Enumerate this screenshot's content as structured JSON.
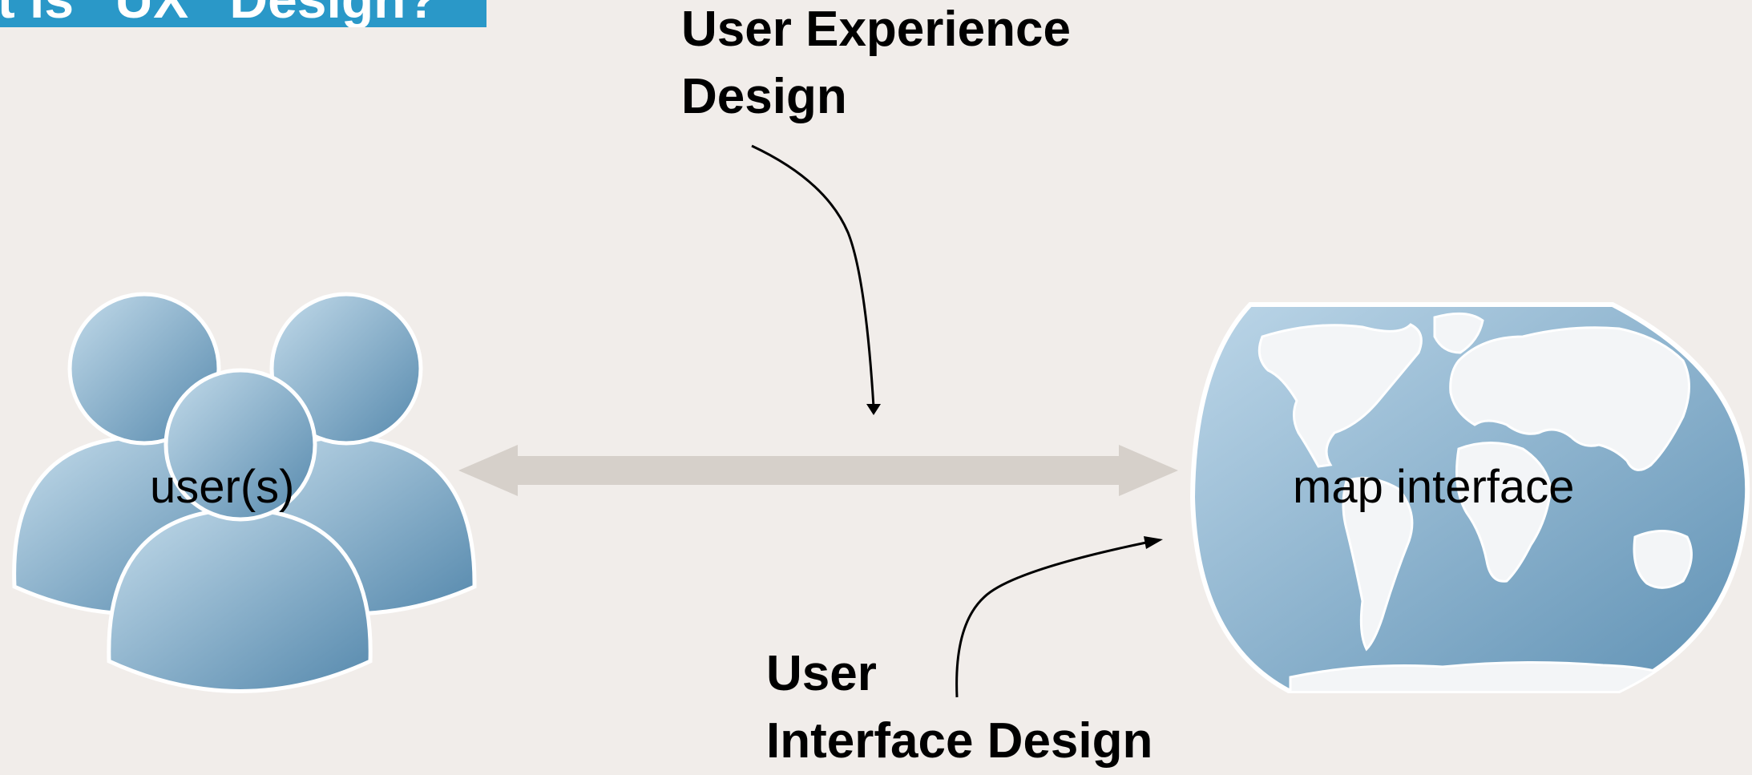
{
  "banner": {
    "text": "at is “UX” Design?",
    "color": "#2a98c8"
  },
  "labels": {
    "ux_line1": "User Experience",
    "ux_line2": "Design",
    "ui_line1": "User",
    "ui_line2": "Interface Design",
    "users": "user(s)",
    "map": "map interface"
  },
  "icons": {
    "users": "users-group-icon",
    "map": "world-map-icon",
    "connector": "double-headed-arrow-icon"
  },
  "colors": {
    "background": "#f1edea",
    "icon_blue_light": "#b9d3e5",
    "icon_blue_dark": "#5a8fb2",
    "connector": "#d6d0ca",
    "pointer_arrow": "#000000"
  }
}
